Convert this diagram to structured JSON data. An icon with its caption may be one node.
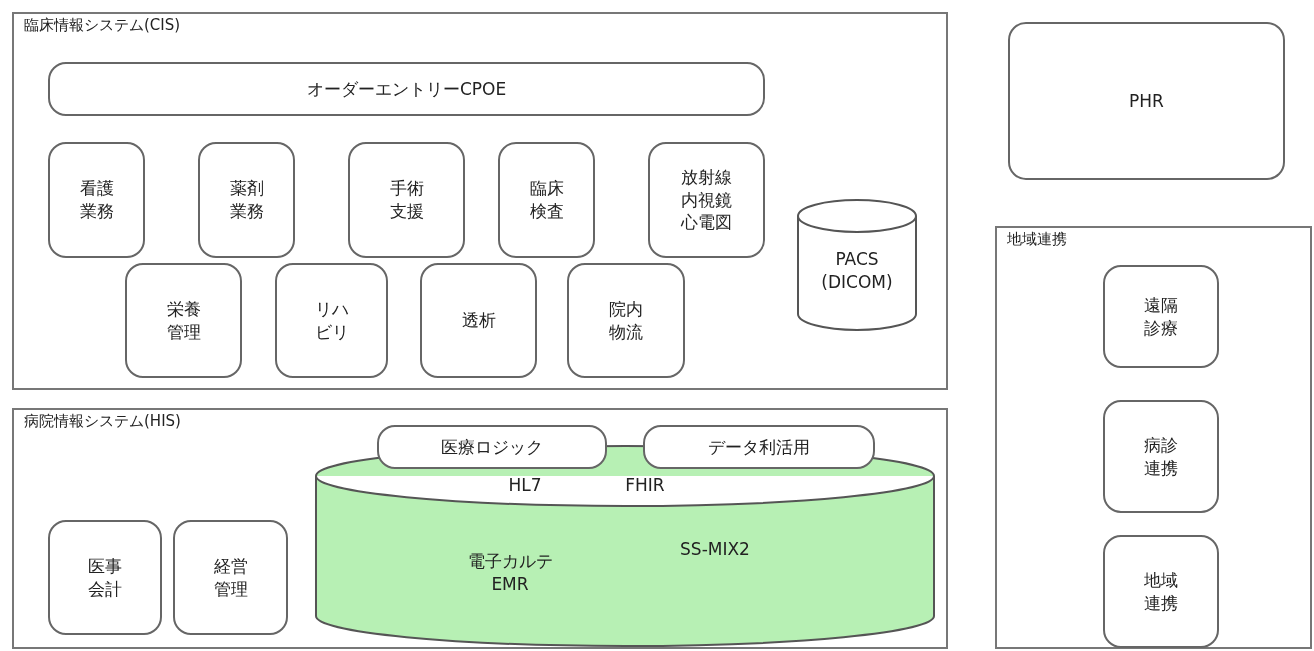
{
  "diagram": {
    "nodes": [
      {
        "text": [
          "臨床情報システム(CIS)"
        ]
      },
      {
        "text": [
          "オーダーエントリーCPOE"
        ],
        "in": 0
      },
      {
        "text": [
          "看護業務"
        ],
        "in": 0
      },
      {
        "text": [
          "薬剤業務"
        ],
        "in": 0
      },
      {
        "text": [
          "手術支援"
        ],
        "in": 0
      },
      {
        "text": [
          "臨床検査"
        ],
        "in": 0
      },
      {
        "text": [
          "放射線内視鏡心電図"
        ],
        "in": 0
      },
      {
        "text": [
          "栄養管理"
        ],
        "in": 0
      },
      {
        "text": [
          "リハビリ"
        ],
        "in": 0
      },
      {
        "text": [
          "透析"
        ],
        "in": 0
      },
      {
        "text": [
          "院内物流"
        ],
        "in": 0
      },
      {
        "text": [
          "PACS (DICOM)"
        ],
        "in": 0
      },
      {
        "text": [
          "PHR"
        ]
      },
      {
        "text": [
          "地域連携"
        ]
      },
      {
        "text": [
          "遠隔診療"
        ],
        "in": 13
      },
      {
        "text": [
          "病診連携"
        ],
        "in": 13
      },
      {
        "text": [
          "地域連携"
        ],
        "in": 13
      },
      {
        "text": [
          "病院情報システム(HIS)"
        ]
      },
      {
        "text": [
          "医事会計"
        ],
        "in": 17
      },
      {
        "text": [
          "経営管理"
        ],
        "in": 17
      },
      {
        "text": [
          "HL7",
          "FHIR",
          "電子カルテ EMR",
          "SS-MIX2"
        ],
        "in": 17
      },
      {
        "text": [
          "医療ロジック"
        ],
        "in": 17
      },
      {
        "text": [
          "データ利活用"
        ],
        "in": 17
      }
    ]
  }
}
